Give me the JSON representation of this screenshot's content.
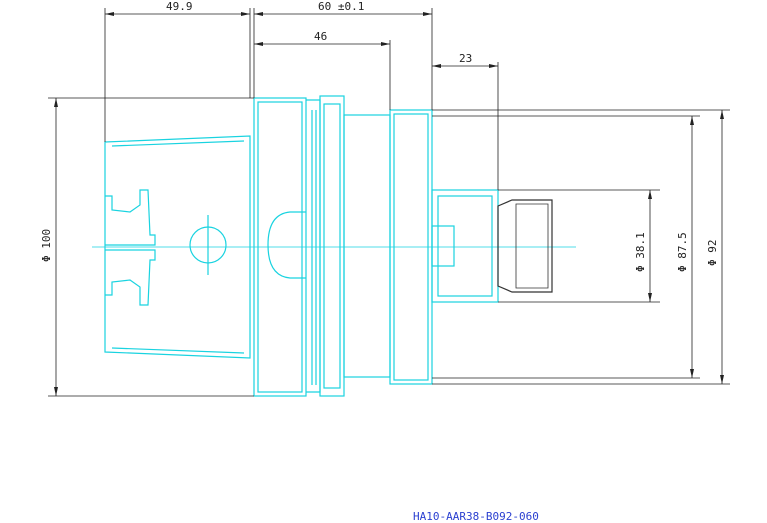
{
  "drawing": {
    "part_number": "HA10-AAR38-B092-060",
    "dimensions": {
      "flange_length": "49.9",
      "overall_length": "60 ±0.1",
      "body_length": "46",
      "bore_depth": "23",
      "dia_shank": "Φ 100",
      "dia_bore": "Φ 38.1",
      "dia_collar": "Φ 87.5",
      "dia_body": "Φ 92"
    },
    "colors": {
      "part_line": "#19d3e0",
      "dimension_line": "#222222",
      "title_text": "#2a3fd0"
    }
  }
}
